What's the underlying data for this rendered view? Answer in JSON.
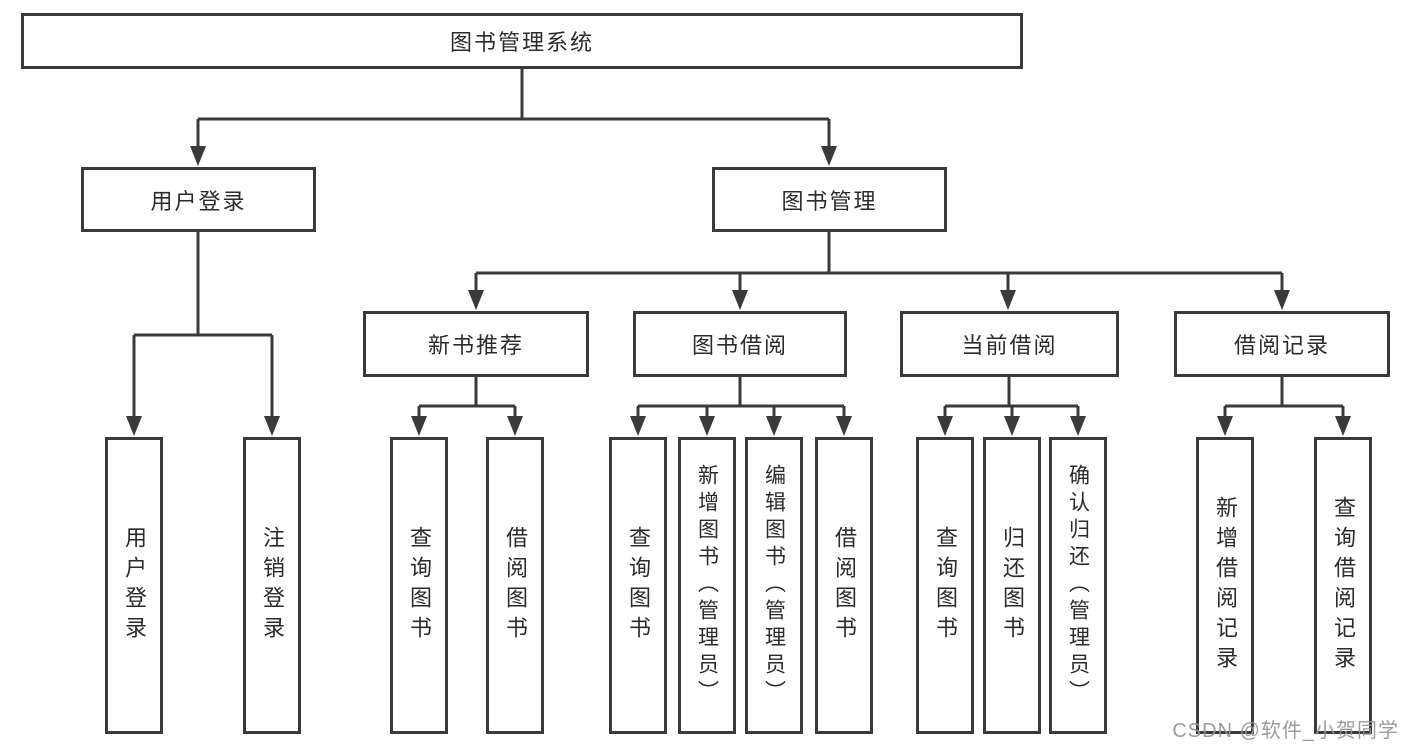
{
  "diagram": {
    "root": "图书管理系统",
    "branches": [
      {
        "label": "用户登录",
        "children": [
          "用户登录",
          "注销登录"
        ]
      },
      {
        "label": "图书管理",
        "children": [
          {
            "label": "新书推荐",
            "children": [
              "查询图书",
              "借阅图书"
            ]
          },
          {
            "label": "图书借阅",
            "children": [
              "查询图书",
              "新增图书（管理员）",
              "编辑图书（管理员）",
              "借阅图书"
            ]
          },
          {
            "label": "当前借阅",
            "children": [
              "查询图书",
              "归还图书",
              "确认归还（管理员）"
            ]
          },
          {
            "label": "借阅记录",
            "children": [
              "新增借阅记录",
              "查询借阅记录"
            ]
          }
        ]
      }
    ]
  },
  "watermark": "CSDN @软件_小贺同学",
  "colors": {
    "line": "#3a3a3a",
    "text": "#2b2b2b",
    "background": "#ffffff",
    "watermark": "#949494"
  }
}
